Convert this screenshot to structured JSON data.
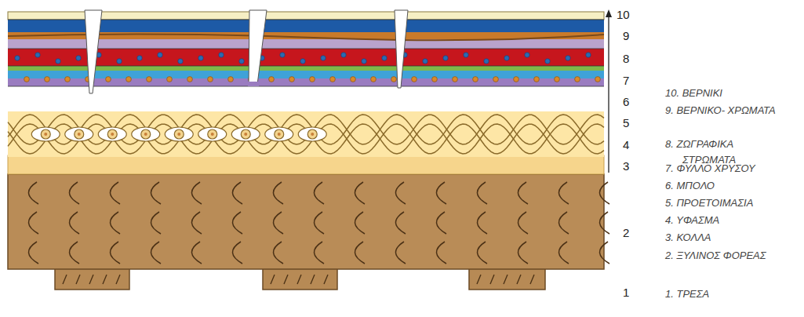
{
  "diagram": {
    "labels": [
      "10",
      "9",
      "8",
      "7",
      "6",
      "5",
      "4",
      "3",
      "2",
      "1",
      "10. ΒΕΡΝΙΚΙ",
      "9. ΒΕΡΝΙΚΟ- ΧΡΩΜΑΤΑ",
      "8. ΖΩΓΡΑΦΙΚΑ ΣΤΡΩΜΑΤΑ",
      "7. ΦΥΛΛΟ ΧΡΥΣΟΥ",
      "6. ΜΠΟΛΟ",
      "5. ΠΡΟΕΤΟΙΜΑΣΙΑ",
      "4. ΥΦΑΣΜΑ",
      "3. ΚΟΛΛΑ",
      "2. ΞΥΛΙΝΟΣ ΦΟΡΕΑΣ",
      "1. ΤΡΕΣΑ"
    ]
  }
}
